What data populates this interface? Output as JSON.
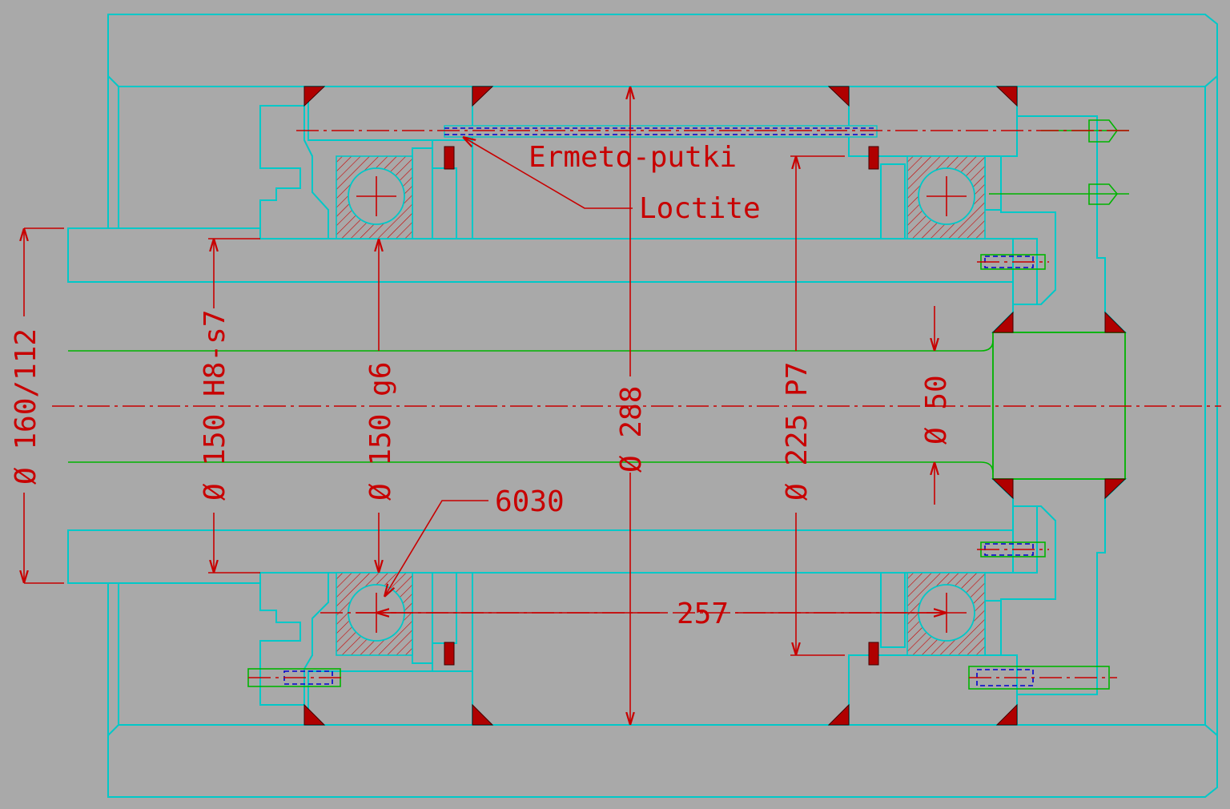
{
  "labels": {
    "ermeto": "Ermeto-putki",
    "loctite": "Loctite",
    "bearing": "6030",
    "length": "257"
  },
  "dimensions": {
    "d1": "Ø 160/112",
    "d2": "Ø 150 H8-s7",
    "d3": "Ø 150 g6",
    "d4": "Ø 288",
    "d5": "Ø 225 P7",
    "d6": "Ø 50"
  },
  "colors": {
    "background": "#a9a9a9",
    "outline": "#00c8c8",
    "hatch_dark": "#0000c0",
    "hatch_light": "#00c8c8",
    "bearing_hatch": "#c80000",
    "dimension": "#c80000",
    "centerline": "#c80000",
    "seal": "#b00000",
    "bolt": "#00b400"
  }
}
